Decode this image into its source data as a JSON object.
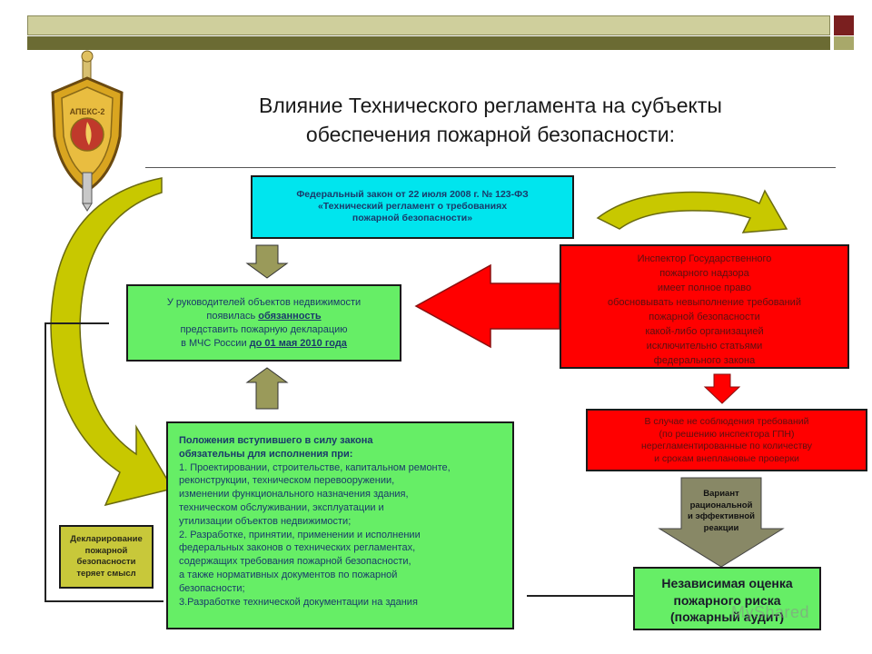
{
  "title": {
    "line1": "Влияние Технического регламента на субъекты",
    "line2": "обеспечения пожарной безопасности:"
  },
  "emblem": {
    "text": "АПЕКС-2",
    "icon": "shield-sword-emblem-icon"
  },
  "law_box": {
    "line1": "Федеральный закон от 22 июля 2008 г. № 123-ФЗ",
    "line2": "«Технический регламент о требованиях",
    "line3": "пожарной безопасности»"
  },
  "obligation_box": {
    "line1": "У руководителей объектов недвижимости",
    "line2_pre": "появилась ",
    "line2_u": "обязанность",
    "line3": "представить пожарную декларацию",
    "line4_pre": "в МЧС России ",
    "line4_u": "до 01 мая 2010 года"
  },
  "inspector_box": {
    "lines": [
      "Инспектор Государственного",
      "пожарного надзора",
      "имеет полное право",
      "обосновывать невыполнение требований",
      "пожарной безопасности",
      "какой-либо организацией",
      "исключительно статьями",
      "федерального закона"
    ]
  },
  "case_box": {
    "lines": [
      "В случае не соблюдения требований",
      "(по решению инспектора ГПН)",
      "нерегламентированные по количеству",
      "и срокам внеплановые проверки"
    ]
  },
  "provisions_box": {
    "heading1": "Положения вступившего в силу закона",
    "heading2": "обязательны для исполнения при:",
    "lines": [
      "1. Проектировании, строительстве, капитальном ремонте,",
      "реконструкции, техническом перевооружении,",
      "изменении функционального назначения здания,",
      "техническом обслуживании, эксплуатации и",
      "утилизации объектов недвижимости;",
      "2. Разработке, принятии, применении и исполнении",
      "федеральных законов о технических регламентах,",
      "содержащих требования пожарной безопасности,",
      "а также нормативных документов по пожарной",
      "безопасности;",
      "3.Разработке технической документации на здания"
    ]
  },
  "declaration_box": {
    "lines": [
      "Декларирование",
      "пожарной",
      "безопасности",
      "теряет смысл"
    ]
  },
  "variant_label": {
    "lines": [
      "Вариант",
      "рациональной",
      "и эффективной",
      "реакции"
    ]
  },
  "audit_box": {
    "lines": [
      "Независимая оценка",
      "пожарного риска",
      "(пожарный аудит)"
    ]
  },
  "watermark": "MyShared",
  "colors": {
    "cyan": "#00e5ee",
    "green": "#66ee66",
    "red": "#ff0000",
    "olive_arrow": "#9a9a5a",
    "yellow_green": "#c8c800",
    "gray_arrow": "#888866"
  }
}
